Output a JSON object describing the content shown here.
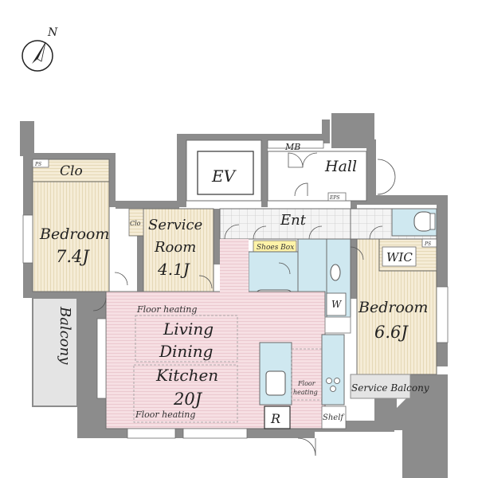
{
  "compass": {
    "north_label": "N"
  },
  "rooms": {
    "bedroom_left": {
      "name": "Bedroom",
      "size": "7.4J"
    },
    "closet_left": {
      "name": "Clo"
    },
    "ps_left": {
      "name": "PS"
    },
    "service_room": {
      "name_line1": "Service",
      "name_line2": "Room",
      "size": "4.1J"
    },
    "closet_small": {
      "name": "Clo"
    },
    "elevator": {
      "name": "EV"
    },
    "mb": {
      "name": "MB"
    },
    "hall": {
      "name": "Hall"
    },
    "eps": {
      "name": "EPS"
    },
    "entrance": {
      "name": "Ent"
    },
    "shoes_box": {
      "name": "Shoes Box"
    },
    "wic": {
      "name": "WIC"
    },
    "ps_right": {
      "name": "PS"
    },
    "washer": {
      "name": "W"
    },
    "bedroom_right": {
      "name": "Bedroom",
      "size": "6.6J"
    },
    "ldk": {
      "line1": "Living",
      "line2": "Dining",
      "line3": "Kitchen",
      "size": "20J",
      "floor_heating_top": "Floor heating",
      "floor_heating_bottom": "Floor heating"
    },
    "floor_heating_kitchen": {
      "line1": "Floor",
      "line2": "heating"
    },
    "balcony": {
      "name": "Balcony"
    },
    "service_balcony": {
      "name": "Service Balcony"
    },
    "refrigerator": {
      "name": "R"
    },
    "shelf": {
      "name": "Shelf"
    }
  },
  "colors": {
    "wall": "#8c8c8c",
    "wood_floor": "#f5ecd6",
    "ldk_floor": "#f6dfe3",
    "wet_area": "#cfe8f0",
    "balcony": "#e4e4e4",
    "label_box": "#fff3a8"
  }
}
